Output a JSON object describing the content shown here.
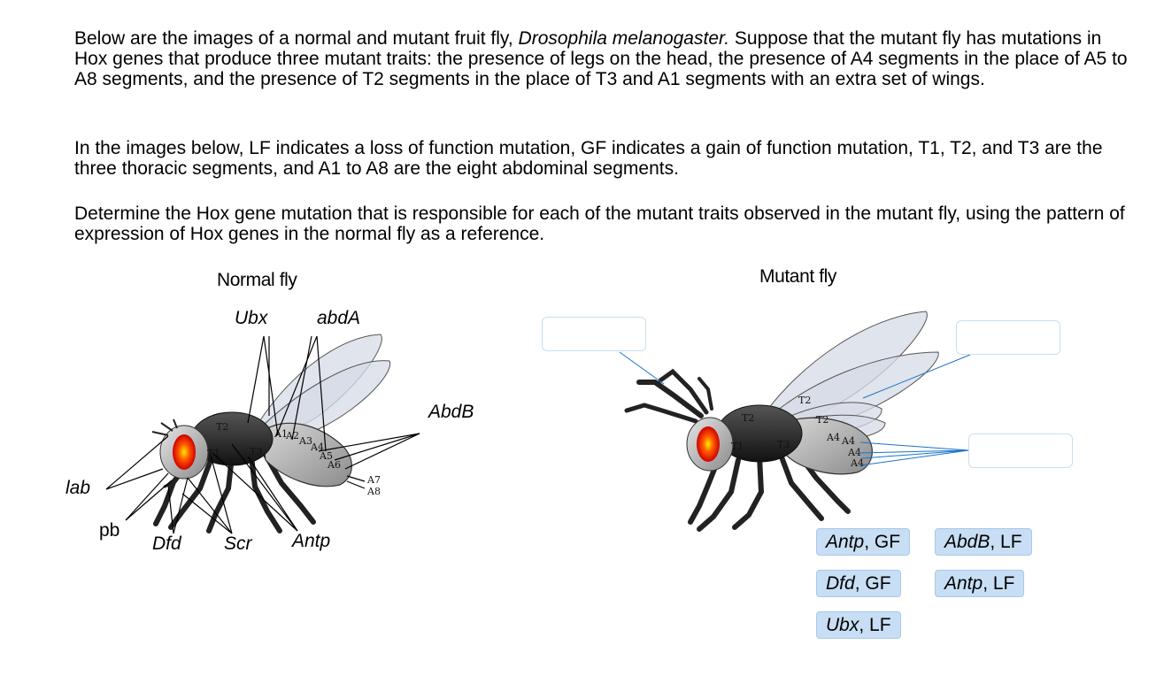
{
  "question": {
    "p1_a": "Below are the images of a normal and mutant fruit fly, ",
    "p1_species": "Drosophila melanogaster.",
    "p1_b": " Suppose that the mutant fly has mutations in Hox genes that produce three mutant traits: the presence of legs on the head, the presence of A4 segments in the place of A5 to A8 segments, and the presence of T2 segments in the place of T3 and A1 segments with an extra set of wings.",
    "p2": "In the images below, LF indicates a loss of function mutation, GF indicates a gain of function mutation, T1, T2, and T3 are the three thoracic segments, and A1 to A8 are the eight abdominal segments.",
    "p3": "Determine the Hox gene mutation that is responsible for each of the mutant traits observed in the mutant fly, using the pattern of expression of Hox genes in the normal fly as a reference."
  },
  "normal_fly": {
    "title": "Normal fly",
    "genes": {
      "ubx": "Ubx",
      "abda": "abdA",
      "abdb": "AbdB",
      "lab": "lab",
      "pb": "pb",
      "dfd": "Dfd",
      "scr": "Scr",
      "antp": "Antp"
    },
    "segments": {
      "t1": "T1",
      "t2": "T2",
      "t3": "T3",
      "a1": "A1",
      "a2": "A2",
      "a3": "A3",
      "a4": "A4",
      "a5": "A5",
      "a6": "A6",
      "a7": "A7",
      "a8": "A8"
    }
  },
  "mutant_fly": {
    "title": "Mutant fly",
    "segments": {
      "t1": "T1",
      "t2": "T2",
      "t3": "T3",
      "t2b": "T2",
      "t2c": "T2",
      "a4a": "A4",
      "a4b": "A4",
      "a4c": "A4",
      "a4d": "A4"
    }
  },
  "answer_chips": [
    {
      "gene": "Antp",
      "type": ", GF"
    },
    {
      "gene": "AbdB",
      "type": ", LF"
    },
    {
      "gene": "Dfd",
      "type": ", GF"
    },
    {
      "gene": "Antp",
      "type": ", LF"
    },
    {
      "gene": "Ubx",
      "type": ", LF"
    }
  ],
  "colors": {
    "chip_bg": "#c7def4",
    "chip_border": "#a9c8e8",
    "leader_line": "#1a73c8",
    "eye": "#e01010"
  }
}
